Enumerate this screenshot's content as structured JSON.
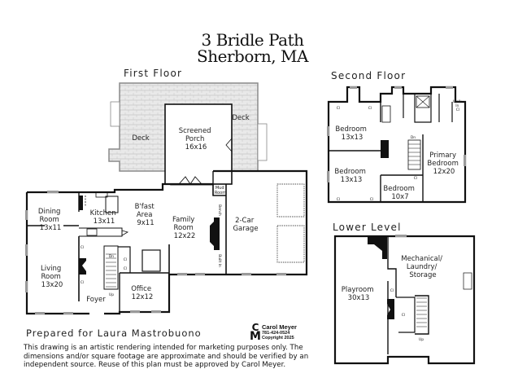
{
  "header": {
    "address_line1": "3 Bridle Path",
    "address_line2": "Sherborn, MA"
  },
  "floors": {
    "first": {
      "label": "First Floor",
      "rooms": {
        "deck_left": "Deck",
        "deck_right": "Deck",
        "screened_porch": {
          "name_1": "Screened",
          "name_2": "Porch",
          "size": "16x16"
        },
        "dining_room": {
          "name_1": "Dining",
          "name_2": "Room",
          "size": "13x11"
        },
        "kitchen": {
          "name": "Kitchen",
          "size": "13x11"
        },
        "bfast_area": {
          "name_1": "B'fast",
          "name_2": "Area",
          "size": "9x11"
        },
        "family_room": {
          "name_1": "Family",
          "name_2": "Room",
          "size": "12x22"
        },
        "mud_room": {
          "name_1": "Mud",
          "name_2": "Room"
        },
        "garage": {
          "name_1": "2-Car",
          "name_2": "Garage"
        },
        "living_room": {
          "name_1": "Living",
          "name_2": "Room",
          "size": "13x20"
        },
        "foyer": "Foyer",
        "office": {
          "name": "Office",
          "size": "12x12"
        },
        "bench": "Bench",
        "built_in": "Built In",
        "closet": "Cl",
        "stairs_dn": "Dn",
        "stairs_up": "Up"
      }
    },
    "second": {
      "label": "Second Floor",
      "rooms": {
        "bedroom_1": {
          "name": "Bedroom",
          "size": "13x13"
        },
        "bedroom_2": {
          "name": "Bedroom",
          "size": "13x13"
        },
        "bedroom_3": {
          "name": "Bedroom",
          "size": "10x7"
        },
        "primary_bedroom": {
          "name_1": "Primary",
          "name_2": "Bedroom",
          "size": "12x20"
        },
        "walk_in": {
          "name_1": "Walk",
          "name_2": "In",
          "name_3": "Cl"
        },
        "closet": "Cl",
        "stairs_dn": "Dn"
      }
    },
    "lower": {
      "label": "Lower Level",
      "rooms": {
        "playroom": {
          "name": "Playroom",
          "size": "30x13"
        },
        "mechanical": {
          "name_1": "Mechanical/",
          "name_2": "Laundry/",
          "name_3": "Storage"
        },
        "closet": "Cl",
        "stairs_up": "Up"
      }
    }
  },
  "footer": {
    "prepared_for": "Prepared for Laura Mastrobuono",
    "disclaimer": "This drawing is an artistic rendering intended for marketing purposes only.  The dimensions and/or square footage are approximate and should be verified by an independent source.  Reuse of this plan must be approved by Carol Meyer.",
    "logo_top": "C",
    "logo_bottom": "M",
    "credit_name": "Carol Meyer",
    "credit_phone": "781-424-0524",
    "credit_copyright": "Copyright 2025"
  },
  "colors": {
    "wall": "#111111",
    "deck_fill": "#e6e6e6",
    "window": "#9a9a9a",
    "background": "#ffffff"
  }
}
